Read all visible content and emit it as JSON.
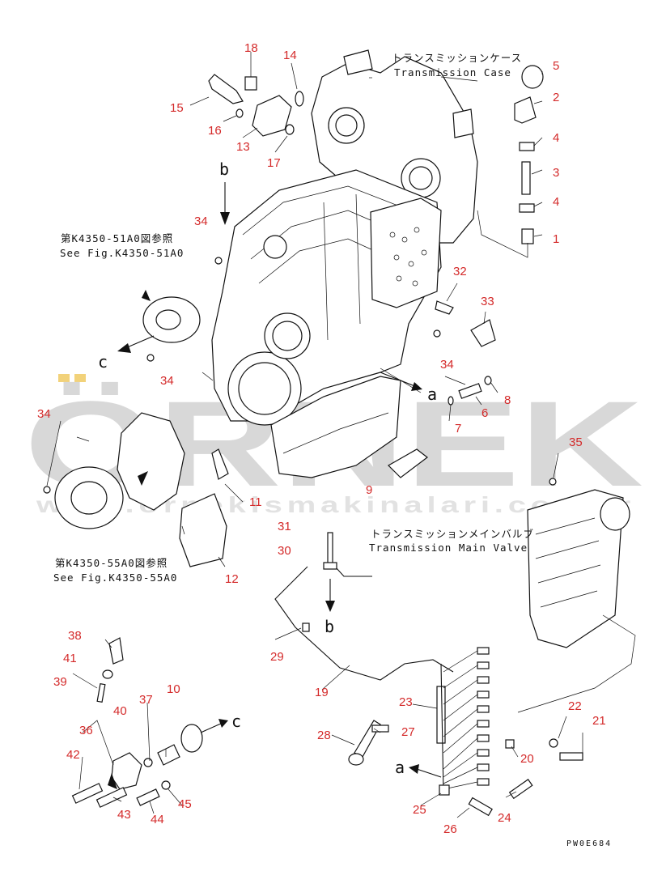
{
  "labels": {
    "trans_case_jp": "トランスミッションケース",
    "trans_case_en": "Transmission Case",
    "main_valve_jp": "トランスミッションメインバルブ",
    "main_valve_en": "Transmission Main Valve",
    "ref_51_jp": "第K4350-51A0図参照",
    "ref_51_en": "See Fig.K4350-51A0",
    "ref_55_jp": "第K4350-55A0図参照",
    "ref_55_en": "See Fig.K4350-55A0",
    "drawing_id": "PW0E684"
  },
  "watermark": {
    "brand": "ÖRNEK",
    "url": "www.ornekismakinalari.com.tr"
  },
  "callouts": {
    "n1": "1",
    "n2": "2",
    "n3": "3",
    "n4a": "4",
    "n4b": "4",
    "n5": "5",
    "n6": "6",
    "n7": "7",
    "n8": "8",
    "n9": "9",
    "n10": "10",
    "n11": "11",
    "n12": "12",
    "n13": "13",
    "n14": "14",
    "n15": "15",
    "n16": "16",
    "n17": "17",
    "n18": "18",
    "n19": "19",
    "n20": "20",
    "n21": "21",
    "n22": "22",
    "n23": "23",
    "n24": "24",
    "n25": "25",
    "n26": "26",
    "n27": "27",
    "n28": "28",
    "n29": "29",
    "n30": "30",
    "n31": "31",
    "n32": "32",
    "n33": "33",
    "n34a": "34",
    "n34b": "34",
    "n34c": "34",
    "n34d": "34",
    "n35": "35",
    "n36": "36",
    "n37": "37",
    "n38": "38",
    "n39": "39",
    "n40": "40",
    "n41": "41",
    "n42": "42",
    "n43": "43",
    "n44": "44",
    "n45": "45"
  },
  "ref_letters": {
    "a1": "a",
    "a2": "a",
    "b1": "b",
    "b2": "b",
    "c1": "c",
    "c2": "c"
  },
  "colors": {
    "callout": "#d42a2a",
    "line": "#111111",
    "watermark": "#d8d8d8",
    "watermark_accent": "#f2d27a"
  }
}
